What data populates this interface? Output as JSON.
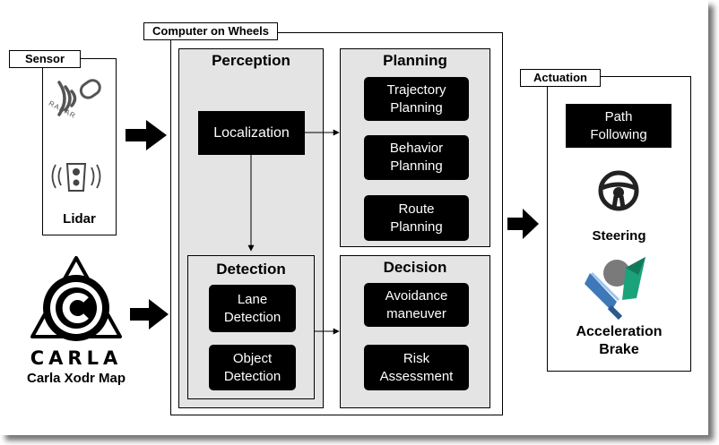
{
  "diagram": {
    "sensor": {
      "tag": "Sensor",
      "radar_text": "RADAR",
      "lidar_label": "Lidar"
    },
    "carla": {
      "wordmark": "CARLA",
      "map_label": "Carla Xodr Map"
    },
    "computer": {
      "tag": "Computer on Wheels",
      "perception": {
        "title": "Perception",
        "localization": "Localization"
      },
      "detection": {
        "title": "Detection",
        "lane": "Lane\nDetection",
        "object": "Object\nDetection"
      },
      "planning": {
        "title": "Planning",
        "trajectory": "Trajectory\nPlanning",
        "behavior": "Behavior\nPlanning",
        "route": "Route\nPlanning"
      },
      "decision": {
        "title": "Decision",
        "avoidance": "Avoidance\nmaneuver",
        "risk": "Risk\nAssessment"
      }
    },
    "actuation": {
      "tag": "Actuation",
      "path_following": "Path\nFollowing",
      "steering": "Steering",
      "accel_brake": "Acceleration\nBrake"
    },
    "colors": {
      "panel_fill": "#e4e4e4",
      "node_fill": "#000000",
      "pedal_green": "#1aa37a",
      "shoe_blue": "#3f78b8"
    }
  }
}
